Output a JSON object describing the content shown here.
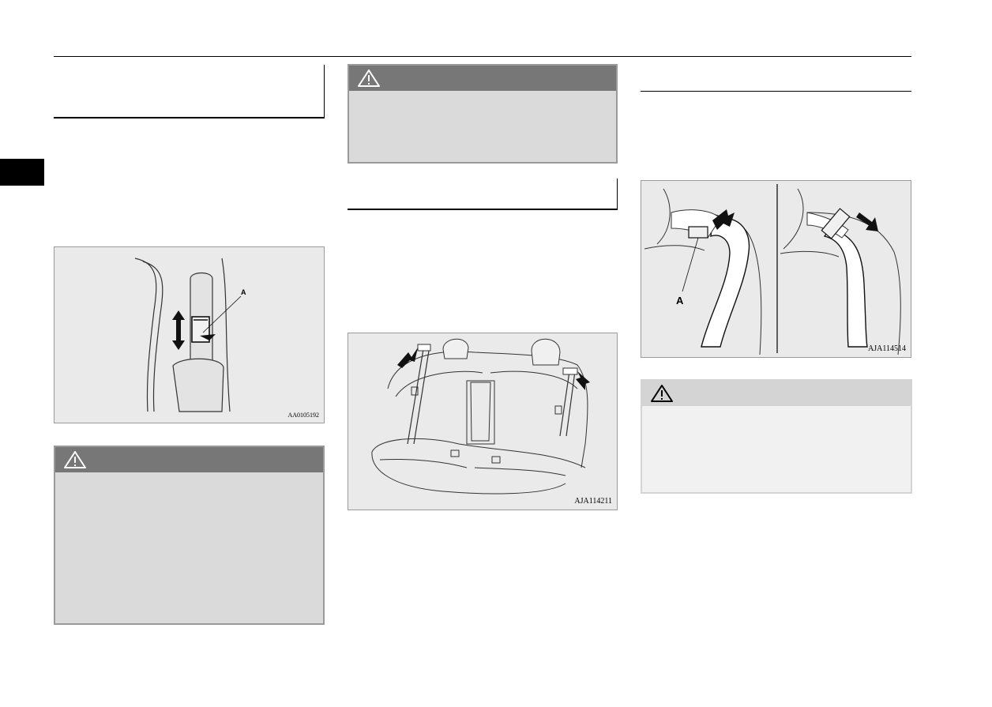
{
  "figures": [
    {
      "code": "AA0105192",
      "callout": "A"
    },
    {
      "code": "AJA114211"
    },
    {
      "code": "AJA114514",
      "callout": "A"
    }
  ],
  "warnings": [
    {
      "icon": "warning-triangle-icon",
      "header_color": "#777777",
      "body_color": "#dadada"
    },
    {
      "icon": "warning-triangle-icon",
      "header_color": "#777777",
      "body_color": "#dadada"
    },
    {
      "icon": "warning-triangle-icon",
      "header_color": "#d4d4d4",
      "body_color": "#f1f1f1"
    }
  ],
  "colors": {
    "tab": "#000000",
    "figure_bg": "#eaeaea"
  }
}
